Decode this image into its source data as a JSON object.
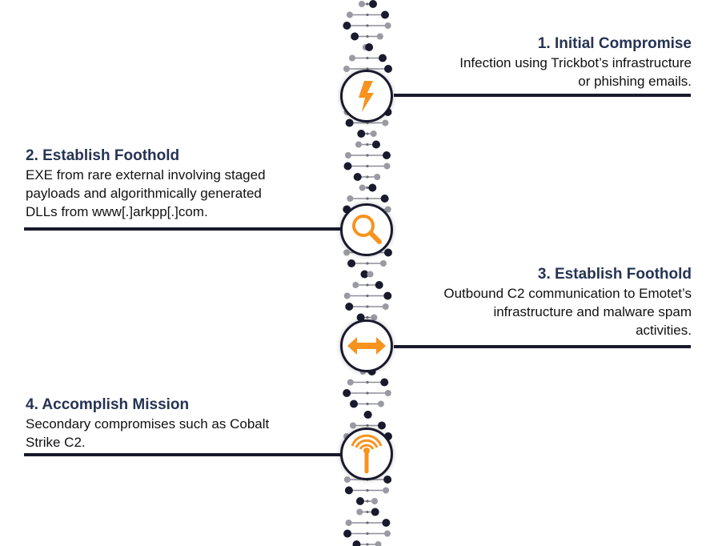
{
  "colors": {
    "accent": "#f7931e",
    "dark": "#1a1a2e",
    "gray": "#9a9aa3",
    "title": "#263353"
  },
  "steps": [
    {
      "title": "1. Initial Compromise",
      "lines": [
        "Infection using Trickbot’s infrastructure",
        "or phishing emails."
      ],
      "icon": "lightning-icon"
    },
    {
      "title": "2. Establish Foothold",
      "lines": [
        "EXE from rare external involving staged",
        "payloads and algorithmically generated",
        "DLLs from www[.]arkpp[.]com."
      ],
      "icon": "magnifier-icon"
    },
    {
      "title": "3. Establish Foothold",
      "lines": [
        "Outbound C2 communication to Emotet’s",
        "infrastructure and malware spam",
        "activities."
      ],
      "icon": "double-arrow-icon"
    },
    {
      "title": "4. Accomplish Mission",
      "lines": [
        "Secondary compromises such as Cobalt",
        "Strike C2."
      ],
      "icon": "broadcast-antenna-icon"
    }
  ]
}
